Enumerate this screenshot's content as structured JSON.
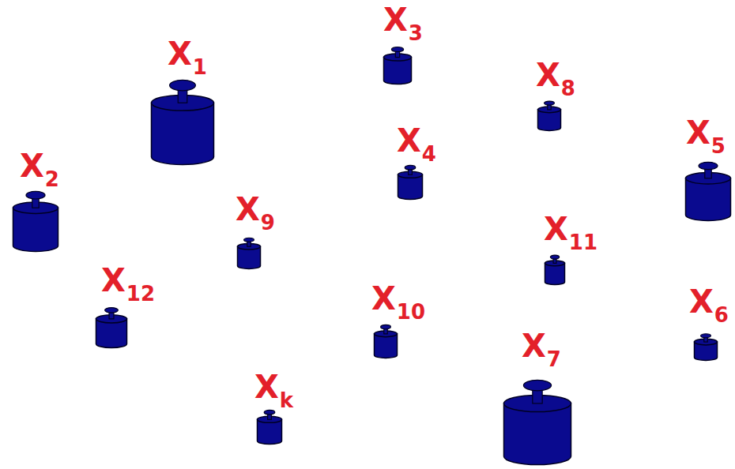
{
  "diagram": {
    "nodes": [
      {
        "text": [
          "X3"
        ]
      },
      {
        "text": [
          "X1"
        ]
      },
      {
        "text": [
          "X8"
        ]
      },
      {
        "text": [
          "X5"
        ]
      },
      {
        "text": [
          "X4"
        ]
      },
      {
        "text": [
          "X2"
        ]
      },
      {
        "text": [
          "X9"
        ]
      },
      {
        "text": [
          "X11"
        ]
      },
      {
        "text": [
          "X12"
        ]
      },
      {
        "text": [
          "X10"
        ]
      },
      {
        "text": [
          "X6"
        ]
      },
      {
        "text": [
          "X7"
        ]
      },
      {
        "text": [
          "Xk"
        ]
      }
    ]
  }
}
